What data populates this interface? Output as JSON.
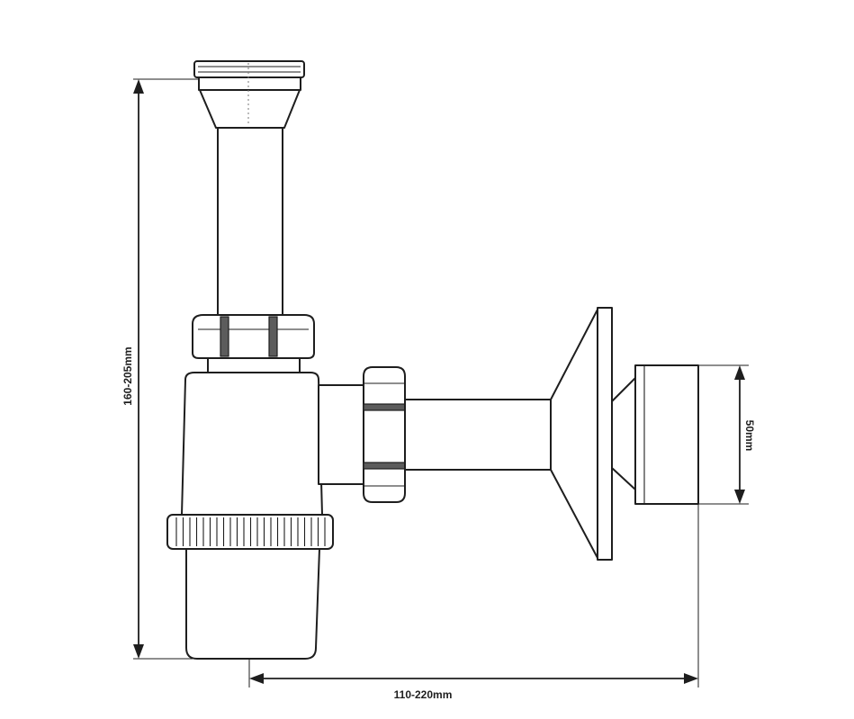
{
  "dimensions": {
    "height": "160-205mm",
    "width": "110-220mm",
    "outlet_diameter": "50mm"
  }
}
